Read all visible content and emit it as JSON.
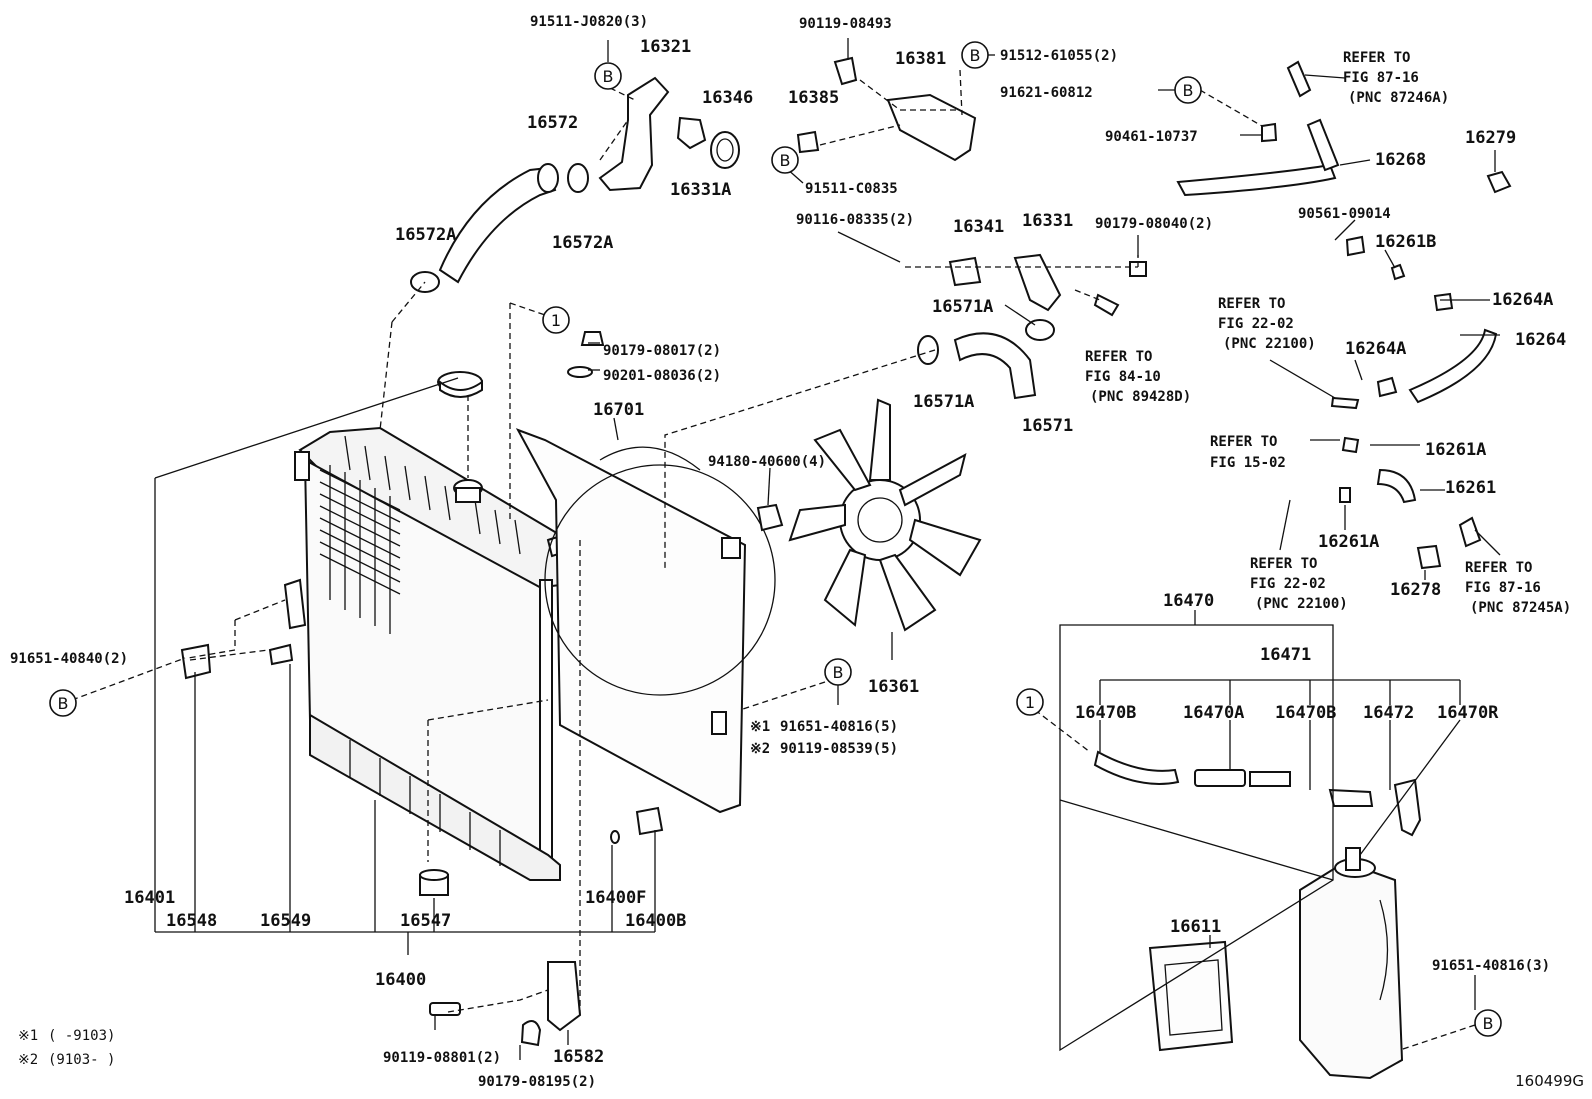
{
  "labels": {
    "p91511_J0820": "91511-J0820(3)",
    "p16321": "16321",
    "p16346": "16346",
    "p16572": "16572",
    "p16331A": "16331A",
    "p16572A_left": "16572A",
    "p16572A_right": "16572A",
    "p90119_08493": "90119-08493",
    "p16381": "16381",
    "p91512_61055": "91512-61055(2)",
    "p16385": "16385",
    "p91511_C0835": "91511-C0835",
    "p90116_08335": "90116-08335(2)",
    "p16341": "16341",
    "p16331": "16331",
    "p90179_08040": "90179-08040(2)",
    "p16571A_top": "16571A",
    "p16571A_bottom": "16571A",
    "p16571": "16571",
    "p90179_08017": "90179-08017(2)",
    "p90201_08036": "90201-08036(2)",
    "p16701": "16701",
    "p94180_40600": "94180-40600(4)",
    "p16361": "16361",
    "p91651_40816_5": "91651-40816(5)",
    "p90119_08539_5": "90119-08539(5)",
    "p91651_40840": "91651-40840(2)",
    "p16401": "16401",
    "p16548": "16548",
    "p16549": "16549",
    "p16547": "16547",
    "p16400F": "16400F",
    "p16400B": "16400B",
    "p16400": "16400",
    "p90119_08801": "90119-08801(2)",
    "p16582": "16582",
    "p90179_08195": "90179-08195(2)",
    "p91621_60812": "91621-60812",
    "p90461_10737": "90461-10737",
    "p16268": "16268",
    "p16279": "16279",
    "p90561_09014": "90561-09014",
    "p16261B": "16261B",
    "p16264A_top": "16264A",
    "p16264": "16264",
    "p16264A_mid": "16264A",
    "p16261A_top": "16261A",
    "p16261": "16261",
    "p16261A_bottom": "16261A",
    "p16278": "16278",
    "p16470": "16470",
    "p16471": "16471",
    "p16470B_1": "16470B",
    "p16470A": "16470A",
    "p16470B_2": "16470B",
    "p16472": "16472",
    "p16470R": "16470R",
    "p16611": "16611",
    "p91651_40816_3": "91651-40816(3)"
  },
  "references": {
    "fig87_16_a": [
      "REFER TO",
      "FIG 87-16",
      "(PNC 87246A)"
    ],
    "fig22_02_a": [
      "REFER TO",
      "FIG 22-02",
      "(PNC 22100)"
    ],
    "fig84_10": [
      "REFER TO",
      "FIG 84-10",
      "(PNC 89428D)"
    ],
    "fig15_02": [
      "REFER TO",
      "FIG 15-02"
    ],
    "fig22_02_b": [
      "REFER TO",
      "FIG 22-02",
      "(PNC 22100)"
    ],
    "fig87_16_b": [
      "REFER TO",
      "FIG 87-16",
      "(PNC 87245A)"
    ]
  },
  "markers": {
    "b": "B",
    "one": "1"
  },
  "notes": {
    "note1_mark": "※1",
    "note2_mark": "※2",
    "note1_range": "(     -9103)",
    "note2_range": "(9103-     )"
  },
  "illustration_id": "160499G"
}
